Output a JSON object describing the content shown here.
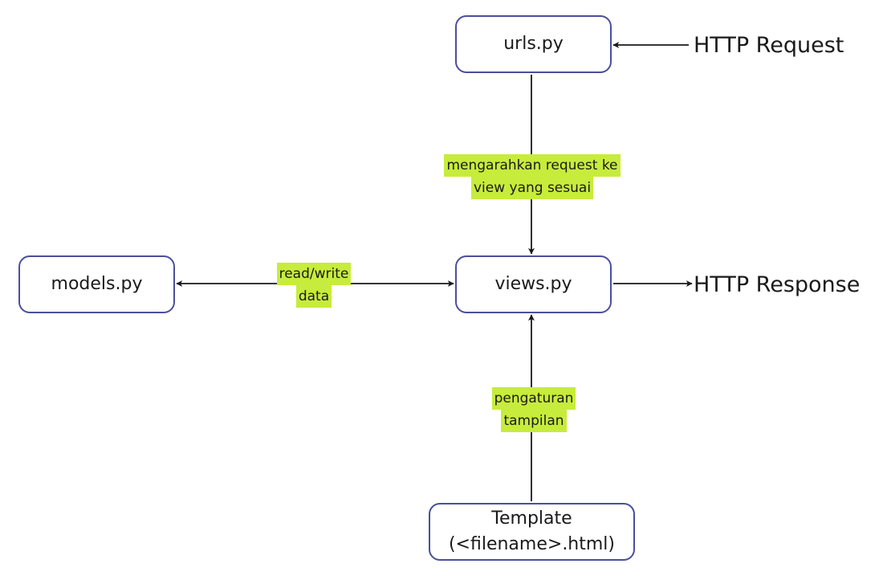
{
  "nodes": {
    "urls": "urls.py",
    "views": "views.py",
    "models": "models.py",
    "template_line1": "Template",
    "template_line2": "(<filename>.html)"
  },
  "external": {
    "request": "HTTP Request",
    "response": "HTTP Response"
  },
  "edge_labels": {
    "routing_line1": "mengarahkan request ke",
    "routing_line2": "view yang sesuai",
    "data_line1": "read/write",
    "data_line2": "data",
    "template_line1": "pengaturan",
    "template_line2": "tampilan"
  },
  "colors": {
    "node_border": "#4a4f9c",
    "highlight": "#c7ec3c",
    "arrow": "#1a1a1a"
  }
}
